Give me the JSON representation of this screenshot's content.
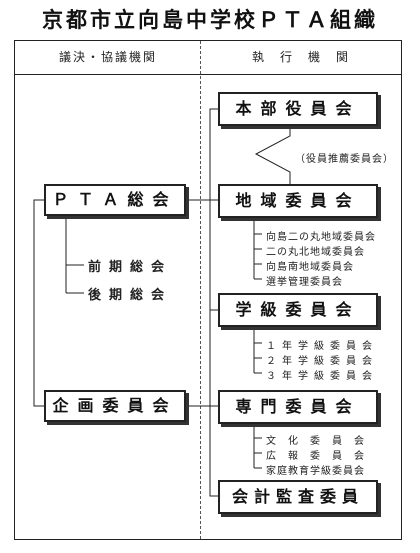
{
  "title": "京都市立向島中学校ＰＴＡ組織",
  "header": {
    "left": "議決・協議機関",
    "right": "執　行　機　関"
  },
  "left_boxes": {
    "pta_general": "ＰＴＡ総会",
    "planning": "企画委員会"
  },
  "general_sub": [
    "前期総会",
    "後期総会"
  ],
  "right_boxes": {
    "main": "本部役員会",
    "region": "地域委員会",
    "grade": "学級委員会",
    "special": "専門委員会",
    "audit": "会計監査委員"
  },
  "officer_note": "（役員推薦委員会）",
  "region_items": [
    "向島二の丸地域委員会",
    "二の丸北地域委員会",
    "向島南地域委員会",
    "選挙管理委員会"
  ],
  "grade_items": [
    "１年学級委員会",
    "２年学級委員会",
    "３年学級委員会"
  ],
  "special_items": [
    "文化委員会",
    "広報委員会",
    "家庭教育学級委員会"
  ]
}
